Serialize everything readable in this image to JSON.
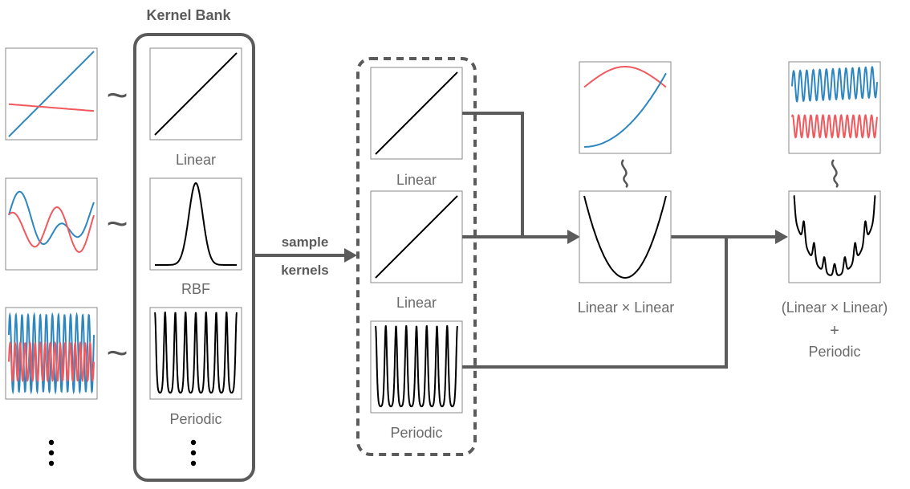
{
  "bank_title": "Kernel Bank",
  "bank_kernels": [
    {
      "label": "Linear",
      "kind": "linear"
    },
    {
      "label": "RBF",
      "kind": "rbf"
    },
    {
      "label": "Periodic",
      "kind": "periodic"
    }
  ],
  "sampled_kernels": [
    {
      "label": "Linear",
      "kind": "linear"
    },
    {
      "label": "Linear",
      "kind": "linear"
    },
    {
      "label": "Periodic",
      "kind": "periodic"
    }
  ],
  "arrow_label": [
    "sample",
    "kernels"
  ],
  "tilde": "~",
  "composite1_label": "Linear × Linear",
  "composite2_label": [
    "(Linear × Linear)",
    "+",
    "Periodic"
  ],
  "colors": {
    "frame": "#5b5b5b",
    "blue": "#2e86c1",
    "red": "#f0595d",
    "curve": "#000000",
    "label": "#6a6a6a",
    "panel": "#888888"
  }
}
